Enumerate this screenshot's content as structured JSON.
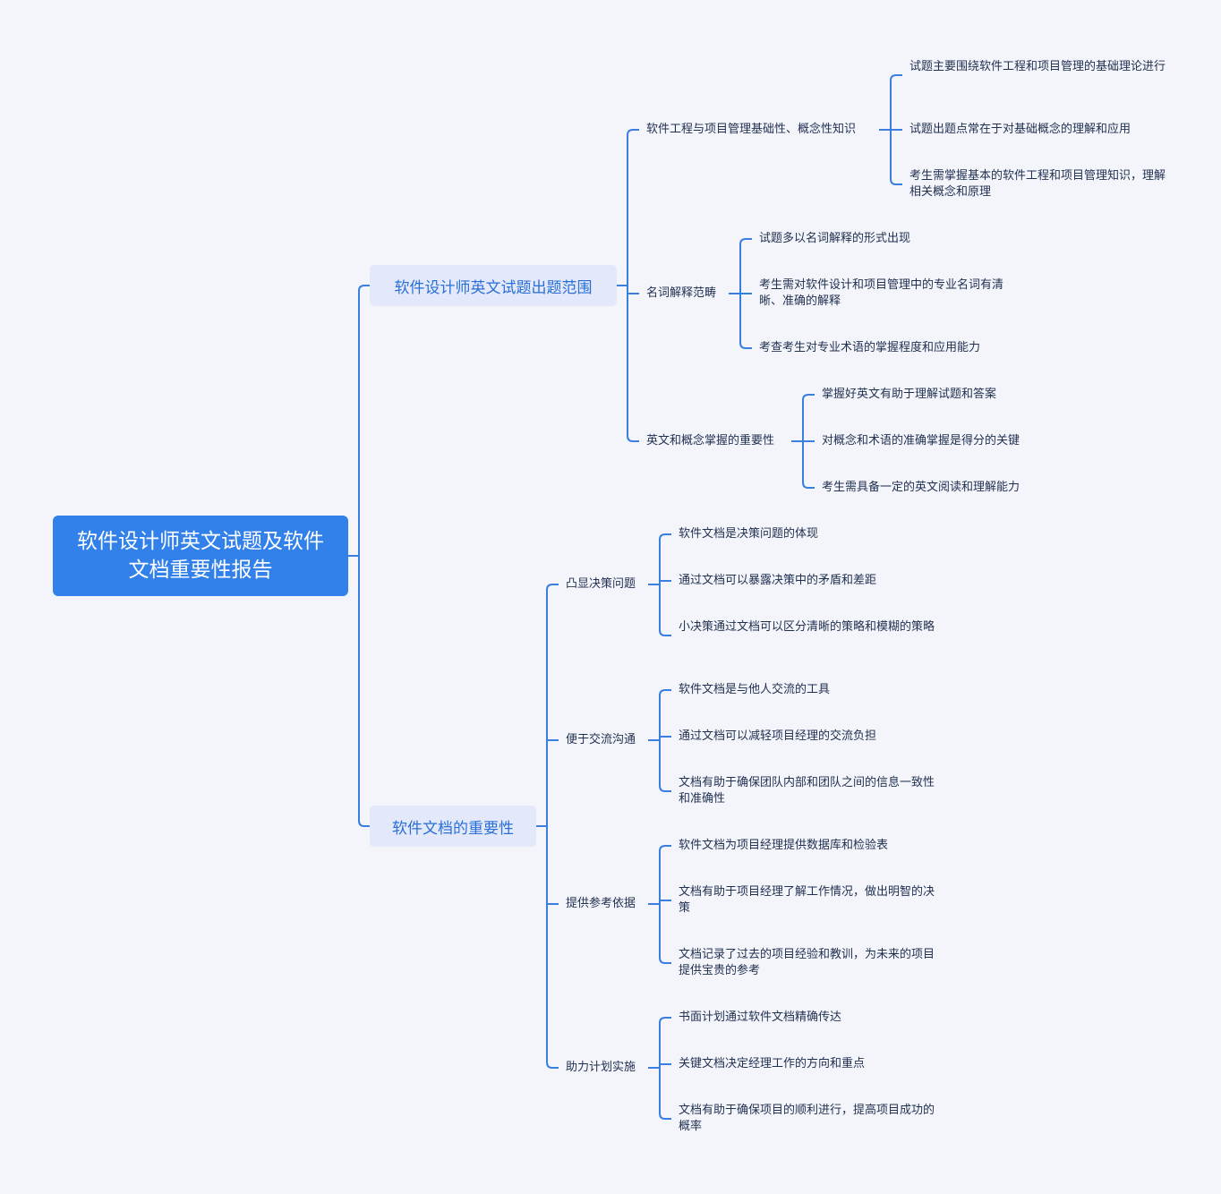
{
  "root": {
    "label": "软件设计师英文试题及软件文档重要性报告"
  },
  "branches": [
    {
      "label": "软件设计师英文试题出题范围",
      "children": [
        {
          "label": "软件工程与项目管理基础性、概念性知识",
          "leaves": [
            "试题主要围绕软件工程和项目管理的基础理论进行",
            "试题出题点常在于对基础概念的理解和应用",
            "考生需掌握基本的软件工程和项目管理知识，理解相关概念和原理"
          ]
        },
        {
          "label": "名词解释范畴",
          "leaves": [
            "试题多以名词解释的形式出现",
            "考生需对软件设计和项目管理中的专业名词有清晰、准确的解释",
            "考查考生对专业术语的掌握程度和应用能力"
          ]
        },
        {
          "label": "英文和概念掌握的重要性",
          "leaves": [
            "掌握好英文有助于理解试题和答案",
            "对概念和术语的准确掌握是得分的关键",
            "考生需具备一定的英文阅读和理解能力"
          ]
        }
      ]
    },
    {
      "label": "软件文档的重要性",
      "children": [
        {
          "label": "凸显决策问题",
          "leaves": [
            "软件文档是决策问题的体现",
            "通过文档可以暴露决策中的矛盾和差距",
            "小决策通过文档可以区分清晰的策略和模糊的策略"
          ]
        },
        {
          "label": "便于交流沟通",
          "leaves": [
            "软件文档是与他人交流的工具",
            "通过文档可以减轻项目经理的交流负担",
            "文档有助于确保团队内部和团队之间的信息一致性和准确性"
          ]
        },
        {
          "label": "提供参考依据",
          "leaves": [
            "软件文档为项目经理提供数据库和检验表",
            "文档有助于项目经理了解工作情况，做出明智的决策",
            "文档记录了过去的项目经验和教训，为未来的项目提供宝贵的参考"
          ]
        },
        {
          "label": "助力计划实施",
          "leaves": [
            "书面计划通过软件文档精确传达",
            "关键文档决定经理工作的方向和重点",
            "文档有助于确保项目的顺利进行，提高项目成功的概率"
          ]
        }
      ]
    }
  ],
  "colors": {
    "line": "#3a7fe0",
    "root_fill": "#3281ea",
    "main_fill": "#e3e9fb",
    "main_text": "#2a6fd6"
  }
}
